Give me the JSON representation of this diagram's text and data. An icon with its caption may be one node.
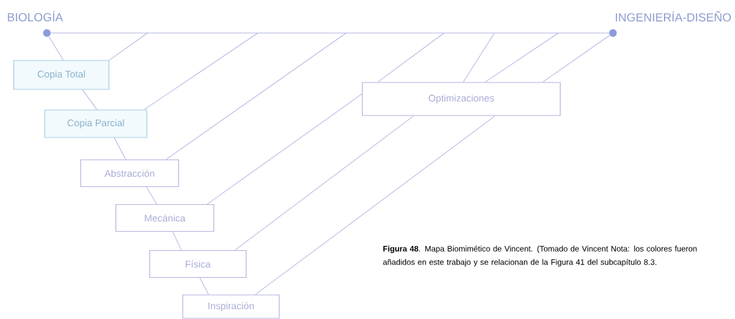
{
  "diagram": {
    "caption": "**Figura 48**. Mapa Biomimético de Vincent. (Tomado de Vincent Nota: los colores fueron añadidos en este trabajo y se relacionan de la Figura 41 del subcapítulo 8.3.",
    "nodes": [
      {
        "text": [
          "BIOLOGÍA"
        ]
      },
      {
        "text": [
          "INGENIERÍA-DISEÑO"
        ]
      },
      {
        "text": [
          "Copia Total"
        ]
      },
      {
        "text": [
          "Copia Parcial"
        ]
      },
      {
        "text": [
          "Abstracción"
        ]
      },
      {
        "text": [
          "Mecánica"
        ]
      },
      {
        "text": [
          "Física"
        ]
      },
      {
        "text": [
          "Inspiración"
        ]
      },
      {
        "text": [
          "Optimizaciones"
        ]
      }
    ],
    "edges": [
      {
        "from": 0,
        "to": 1,
        "arrow": "none"
      },
      {
        "from": 0,
        "to": 2,
        "arrow": "none"
      },
      {
        "from": 2,
        "to": 3,
        "arrow": "none"
      },
      {
        "from": 3,
        "to": 4,
        "arrow": "none"
      },
      {
        "from": 4,
        "to": 5,
        "arrow": "none"
      },
      {
        "from": 5,
        "to": 6,
        "arrow": "none"
      },
      {
        "from": 6,
        "to": 7,
        "arrow": "none"
      },
      {
        "from": null,
        "to": 2,
        "arrow": "none"
      },
      {
        "from": null,
        "to": 3,
        "arrow": "none"
      },
      {
        "from": null,
        "to": 4,
        "arrow": "none"
      },
      {
        "from": null,
        "to": 8,
        "arrow": "none"
      },
      {
        "from": null,
        "to": 8,
        "arrow": "none"
      },
      {
        "from": null,
        "to": 8,
        "arrow": "none"
      },
      {
        "from": 1,
        "to": 8,
        "arrow": "none"
      },
      {
        "from": 8,
        "to": 5,
        "arrow": "none"
      },
      {
        "from": 8,
        "to": 6,
        "arrow": "none"
      },
      {
        "from": 8,
        "to": 7,
        "arrow": "none"
      }
    ]
  }
}
